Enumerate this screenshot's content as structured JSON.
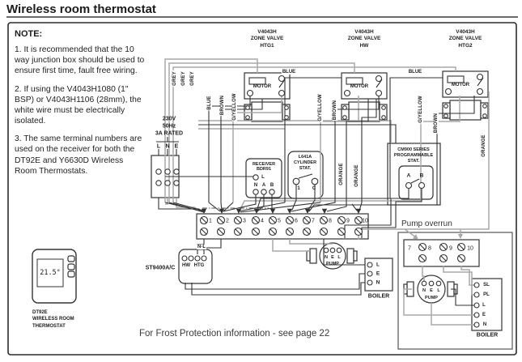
{
  "page": {
    "title": "Wireless room thermostat",
    "frost_note": "For Frost Protection information - see page 22"
  },
  "notes": {
    "heading": "NOTE:",
    "n1": "1. It is recommended that the 10 way junction box should be used to ensure first time, fault free wiring.",
    "n2": "2. If using the V4043H1080 (1\" BSP) or V4043H1106 (28mm), the white wire must be electrically isolated.",
    "n3": "3. The same terminal numbers are used on the receiver for both the DT92E and Y6630D Wireless Room Thermostats."
  },
  "thermostat": {
    "display": "21.5°",
    "line1": "DT92E",
    "line2": "WIRELESS ROOM",
    "line3": "THERMOSTAT"
  },
  "supply": {
    "l1": "230V",
    "l2": "50Hz",
    "l3": "3A RATED",
    "t_l": "L",
    "t_n": "N",
    "t_e": "E"
  },
  "valves": {
    "v1": {
      "l1": "V4043H",
      "l2": "ZONE VALVE",
      "l3": "HTG1",
      "motor": "MOTOR"
    },
    "v2": {
      "l1": "V4043H",
      "l2": "ZONE VALVE",
      "l3": "HW",
      "motor": "MOTOR"
    },
    "v3": {
      "l1": "V4043H",
      "l2": "ZONE VALVE",
      "l3": "HTG2",
      "motor": "MOTOR"
    }
  },
  "wire_labels": {
    "grey": "GREY",
    "blue": "BLUE",
    "brown": "BROWN",
    "gyellow": "G/YELLOW",
    "orange": "ORANGE"
  },
  "receiver": {
    "l1": "RECEIVER",
    "l2": "BDR91",
    "t_l": "L",
    "t_n": "N",
    "t_a": "A",
    "t_b": "B"
  },
  "cyl_stat": {
    "l1": "L641A",
    "l2": "CYLINDER",
    "l3": "STAT.",
    "t1": "1",
    "tc": "C"
  },
  "prog_stat": {
    "l1": "CM900 SERIES",
    "l2": "PROGRAMMABLE",
    "l3": "STAT.",
    "ta": "A",
    "tb": "B"
  },
  "strip": {
    "labels": [
      "1",
      "2",
      "3",
      "4",
      "5",
      "6",
      "7",
      "8",
      "9",
      "10"
    ]
  },
  "programmer": {
    "label": "ST9400A/C",
    "nl": "N-L",
    "hw": "HW",
    "htg": "HTG"
  },
  "pump": {
    "n": "N",
    "e": "E",
    "l": "L",
    "label": "PUMP"
  },
  "boiler": {
    "t1": "L",
    "t2": "E",
    "t3": "N",
    "label": "BOILER"
  },
  "overrun": {
    "title": "Pump overrun",
    "labels": [
      "7",
      "8",
      "9",
      "10"
    ],
    "pump": {
      "n": "N",
      "e": "E",
      "l": "L",
      "label": "PUMP"
    },
    "boiler": {
      "t1": "SL",
      "t2": "PL",
      "t3": "L",
      "t4": "E",
      "t5": "N",
      "label": "BOILER"
    }
  }
}
